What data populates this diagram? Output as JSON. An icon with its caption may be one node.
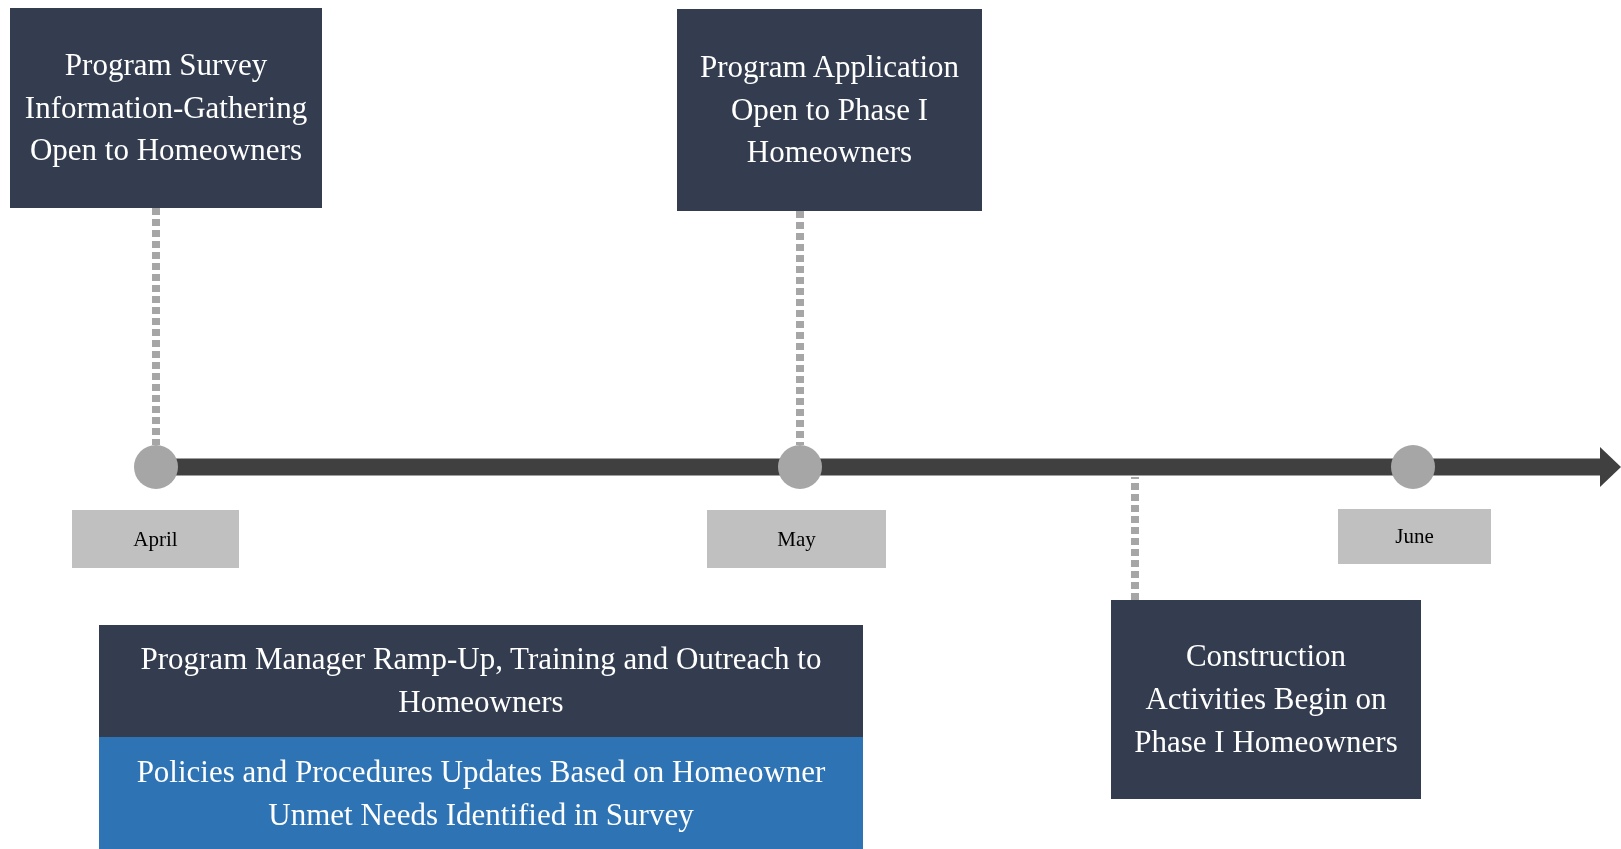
{
  "diagram": {
    "nodes": [
      {
        "text": [
          "Program Survey Information-Gathering Open to Homeowners"
        ]
      },
      {
        "text": [
          "Program Application Open to Phase I Homeowners"
        ]
      },
      {
        "text": [],
        "shape": "circle"
      },
      {
        "text": [],
        "shape": "circle"
      },
      {
        "text": [],
        "shape": "circle"
      },
      {
        "text": [
          "April"
        ]
      },
      {
        "text": [
          "May"
        ]
      },
      {
        "text": [
          "June"
        ]
      },
      {
        "text": [
          "Construction Activities Begin on Phase I Homeowners"
        ]
      },
      {
        "text": [
          "Program Manager Ramp-Up, Training and Outreach to Homeowners"
        ]
      },
      {
        "text": [
          "Policies and Procedures Updates Based on Homeowner Unmet Needs Identified in Survey"
        ]
      }
    ],
    "edges": [
      {
        "from": 0,
        "to": 2,
        "arrow": "none",
        "style": "dashed"
      },
      {
        "from": 1,
        "to": 3,
        "arrow": "none",
        "style": "dashed"
      },
      {
        "from": 8,
        "to": null,
        "arrow": "none",
        "style": "dashed"
      }
    ]
  }
}
